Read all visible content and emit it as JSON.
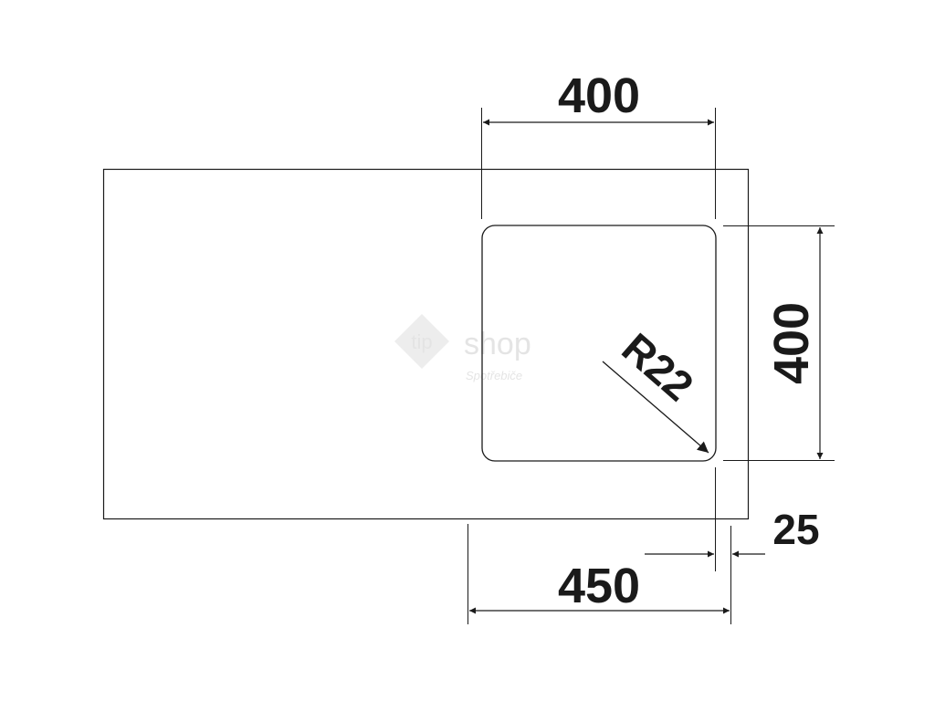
{
  "dimensions": {
    "bowl_width": "400",
    "bowl_height": "400",
    "corner_radius": "R22",
    "cabinet_width": "450",
    "edge_offset": "25"
  },
  "watermark": {
    "brand": "tip",
    "word": "shop",
    "sub": "Spotřebiče"
  },
  "colors": {
    "line": "#1a1a1a",
    "watermark": "#e2e2e2"
  }
}
